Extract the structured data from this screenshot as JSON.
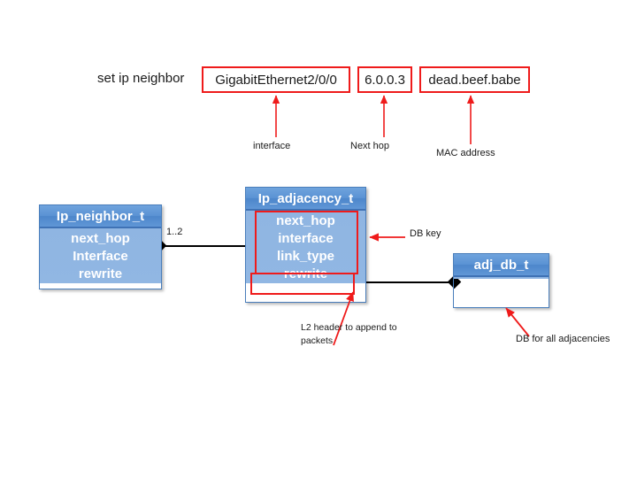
{
  "command": {
    "label": "set ip neighbor",
    "fields": [
      {
        "name": "interface",
        "value": "GigabitEthernet2/0/0",
        "caption": "interface"
      },
      {
        "name": "next-hop",
        "value": "6.0.0.3",
        "caption": "Next hop"
      },
      {
        "name": "mac",
        "value": "dead.beef.babe",
        "caption": "MAC address"
      }
    ]
  },
  "boxes": {
    "neighbor": {
      "title": "Ip_neighbor_t",
      "fields": [
        "next_hop",
        "Interface",
        "rewrite"
      ]
    },
    "adjacency": {
      "title": "Ip_adjacency_t",
      "fields": [
        "next_hop",
        "interface",
        "link_type",
        "rewrite"
      ]
    },
    "adj_db": {
      "title": "adj_db_t",
      "fields": []
    }
  },
  "relations": {
    "neighbor_to_adjacency_multiplicity": "1..2"
  },
  "annotations": {
    "db_key": "DB key",
    "l2_header": "L2 header to append to packets",
    "db_all_adjacencies": "DB for all adjacencies"
  },
  "colors": {
    "annotation_red": "#ef1b1b",
    "box_header_blue": "#5b93d4",
    "box_body_blue": "#8fb5e2",
    "box_border_blue": "#4a7ebb",
    "connector_black": "#000000",
    "text_black": "#1a1a1a",
    "background": "#ffffff"
  }
}
